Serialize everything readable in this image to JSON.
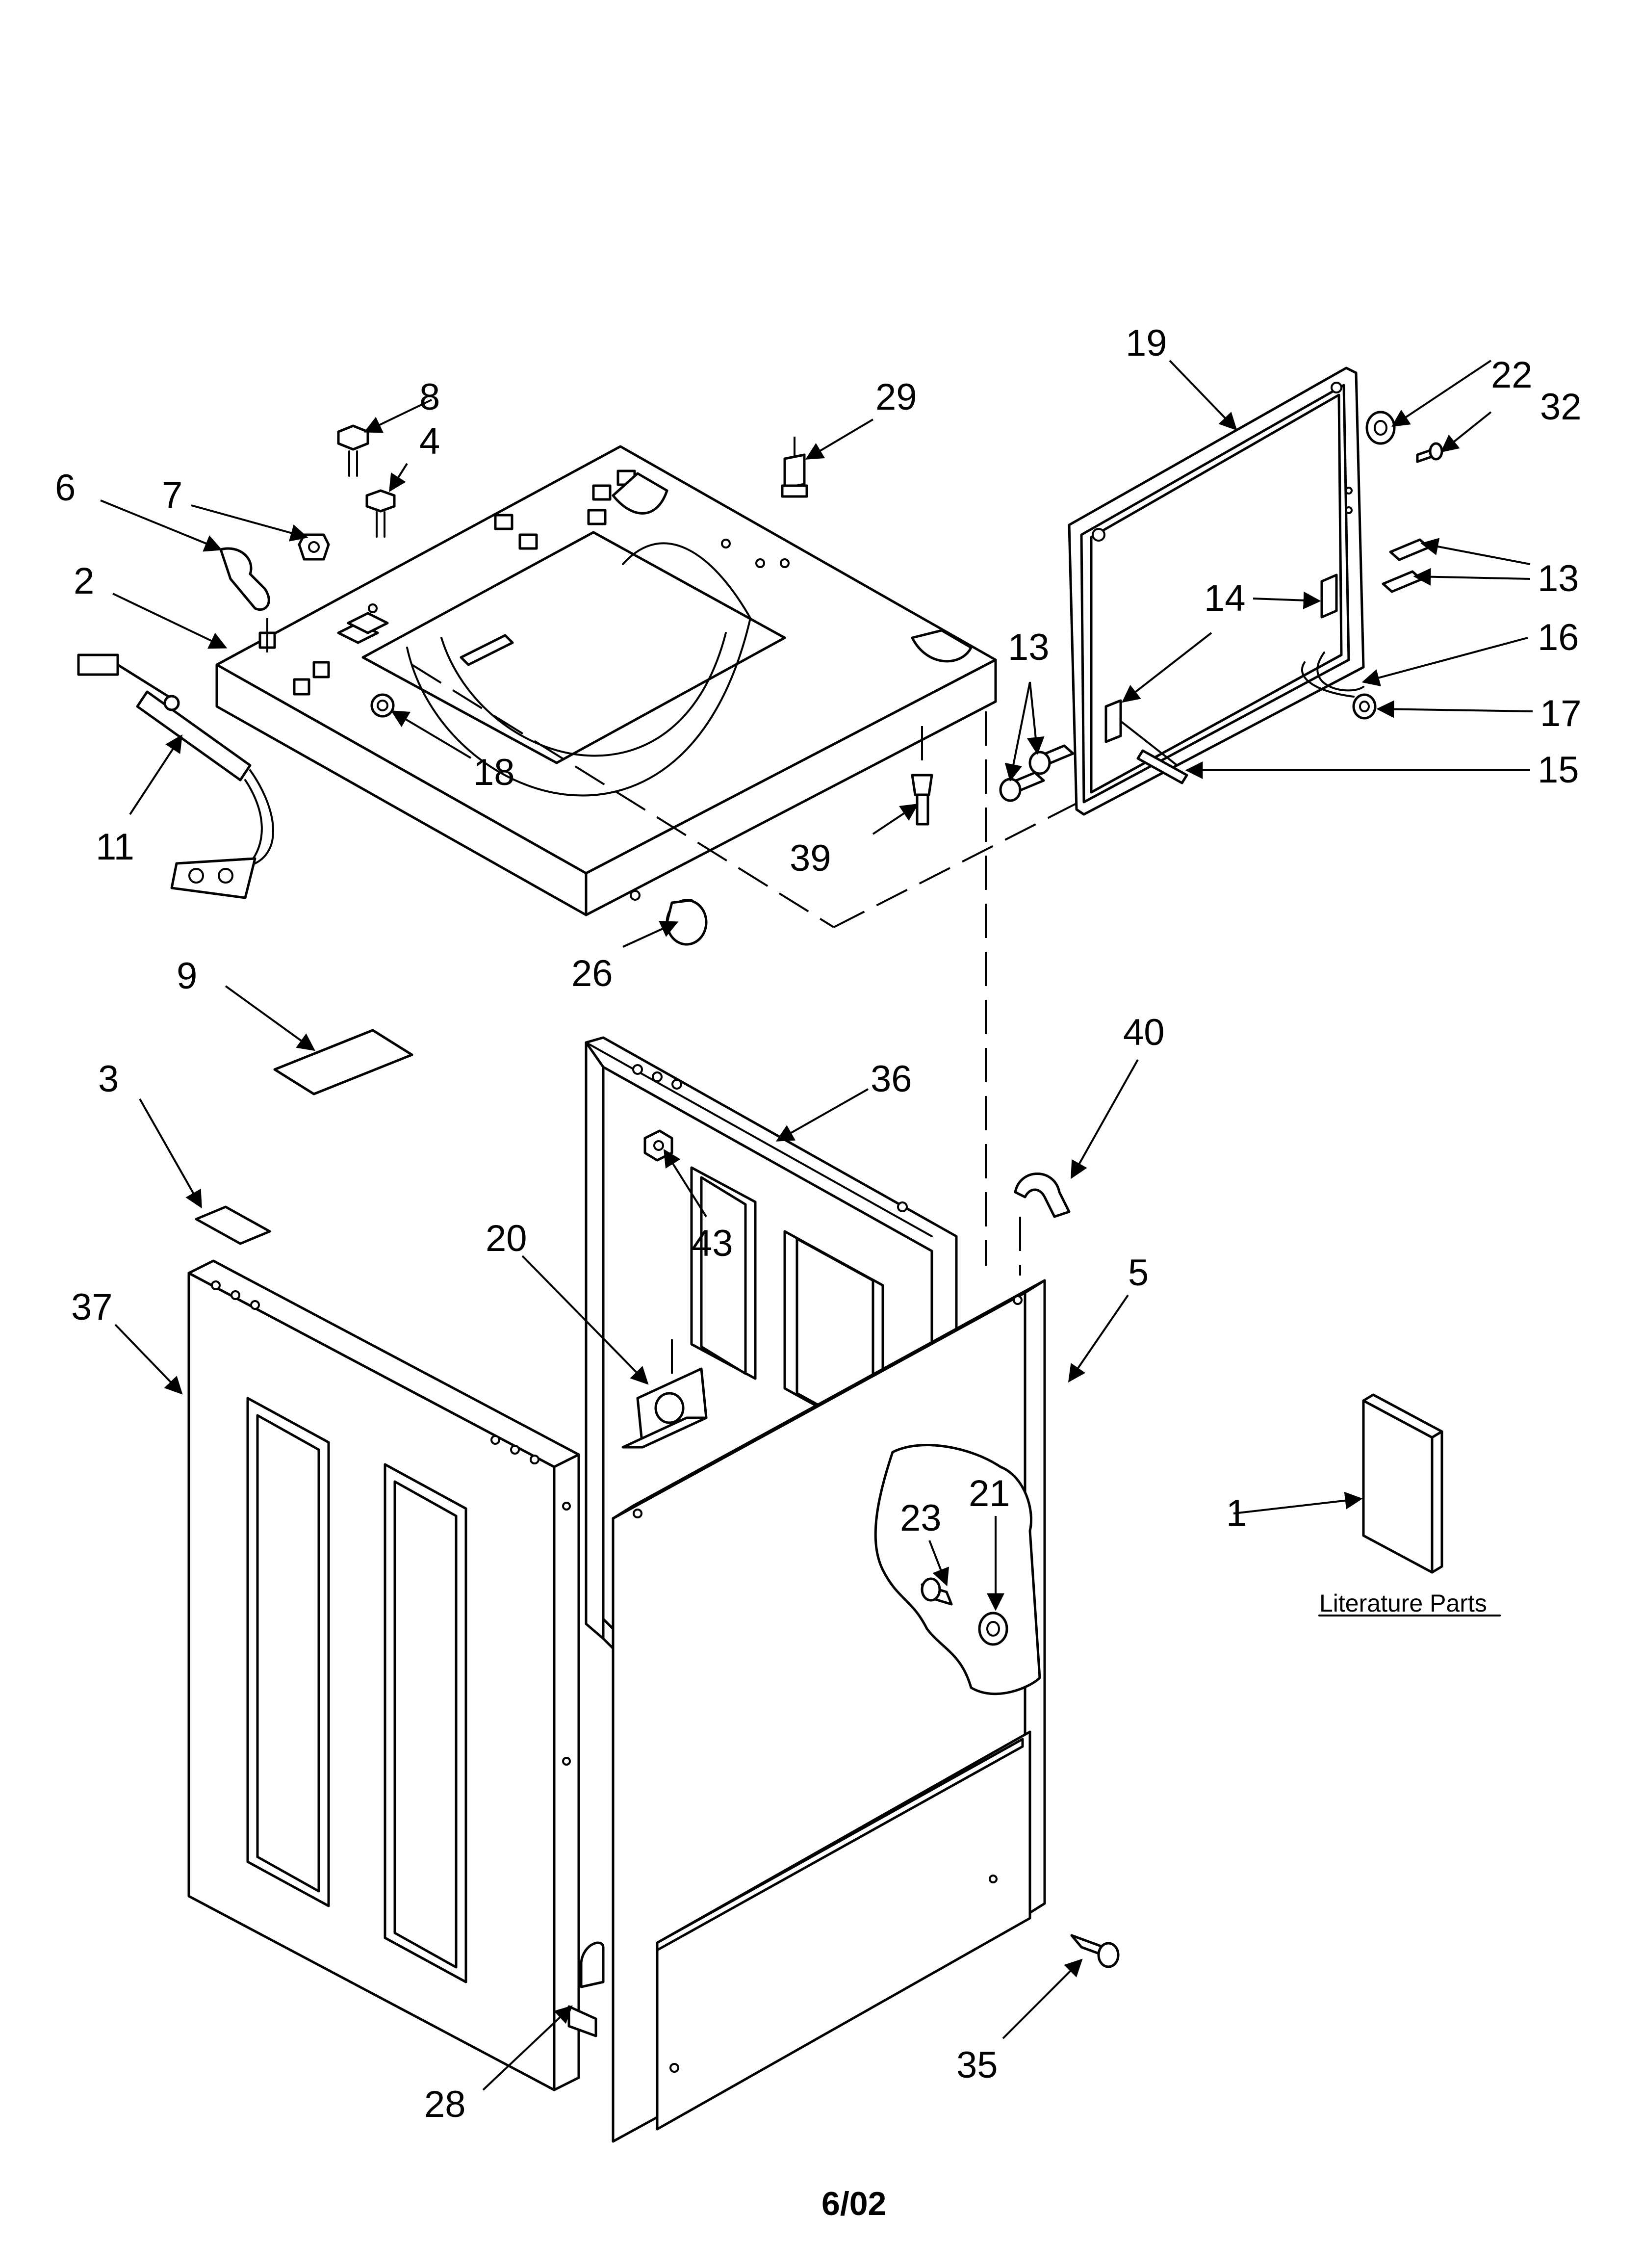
{
  "labels": {
    "l1": "1",
    "l2": "2",
    "l3": "3",
    "l4": "4",
    "l5": "5",
    "l6": "6",
    "l7": "7",
    "l8": "8",
    "l9": "9",
    "l11": "11",
    "l13a": "13",
    "l13b": "13",
    "l14a": "14",
    "l15": "15",
    "l16": "16",
    "l17": "17",
    "l18": "18",
    "l19": "19",
    "l20": "20",
    "l21": "21",
    "l22": "22",
    "l23": "23",
    "l26": "26",
    "l28": "28",
    "l29": "29",
    "l32": "32",
    "l35": "35",
    "l36": "36",
    "l37": "37",
    "l39": "39",
    "l40": "40",
    "l43": "43"
  },
  "literature_caption": "Literature Parts",
  "footer": "6/02"
}
